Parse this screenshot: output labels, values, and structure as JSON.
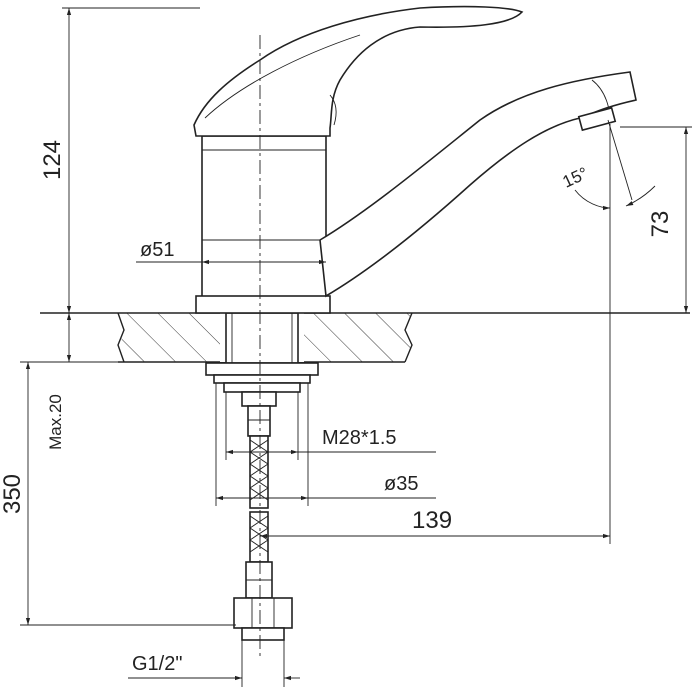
{
  "drawing": {
    "dimensions": {
      "height_total": "124",
      "spout_height": "73",
      "spout_angle": "15°",
      "body_diameter": "ø51",
      "max_thickness": "Max.20",
      "hose_length": "350",
      "thread": "M28*1.5",
      "washer_diameter": "ø35",
      "reach": "139",
      "connection": "G1/2\""
    }
  }
}
